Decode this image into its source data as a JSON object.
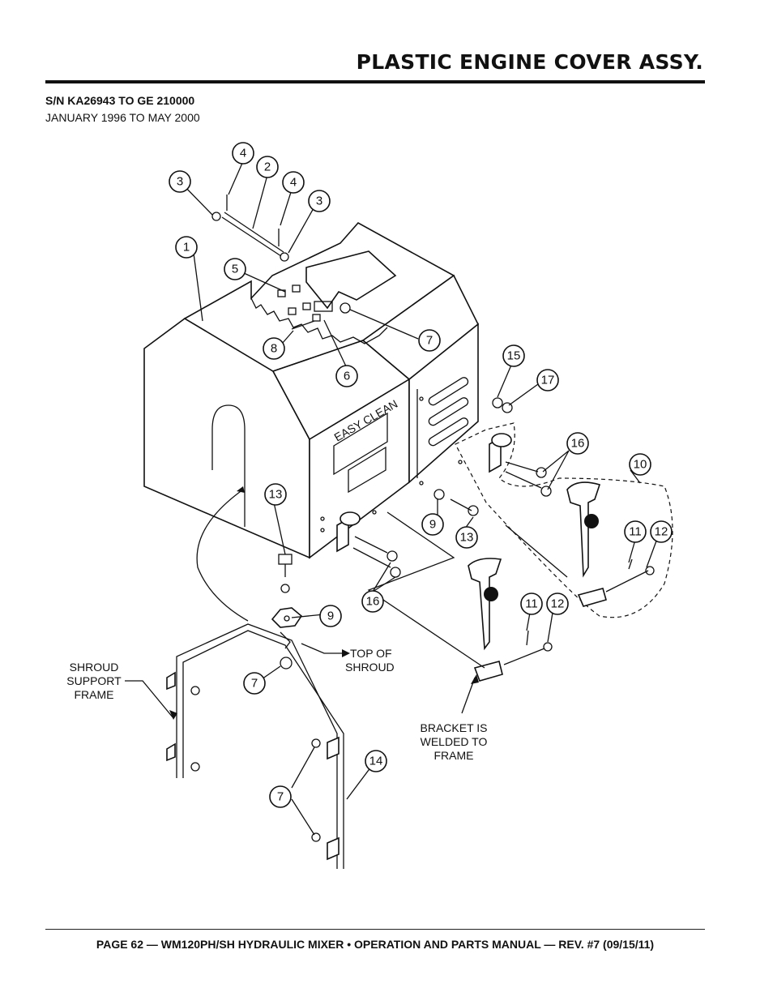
{
  "header": {
    "title": "PLASTIC ENGINE COVER ASSY.",
    "serial_range": "S/N KA26943 TO GE 210000",
    "date_range": "JANUARY 1996 TO MAY 2000"
  },
  "diagram": {
    "cover_label": "EASY CLEAN",
    "callouts": [
      "1",
      "2",
      "3",
      "3",
      "4",
      "4",
      "5",
      "6",
      "7",
      "7",
      "7",
      "8",
      "9",
      "9",
      "10",
      "11",
      "11",
      "12",
      "12",
      "13",
      "13",
      "14",
      "15",
      "16",
      "16",
      "17"
    ],
    "notes": {
      "shroud_support_frame": [
        "SHROUD",
        "SUPPORT",
        "FRAME"
      ],
      "top_of_shroud": [
        "TOP OF",
        "SHROUD"
      ],
      "bracket": [
        "BRACKET IS",
        "WELDED TO",
        "FRAME"
      ]
    }
  },
  "footer": {
    "text": "PAGE 62 — WM120PH/SH HYDRAULIC MIXER • OPERATION AND PARTS MANUAL — REV. #7 (09/15/11)"
  }
}
